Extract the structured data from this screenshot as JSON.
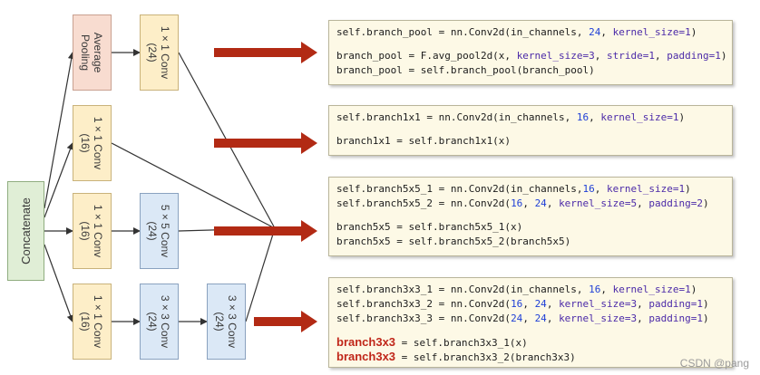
{
  "nodes": {
    "avg_pool": "Average\nPooling",
    "pool_conv": "1 × 1 Conv\n(24)",
    "b1_conv": "1 × 1 Conv\n(16)",
    "b5_conv1": "1 × 1 Conv\n(16)",
    "b5_conv2": "5 × 5 Conv\n(24)",
    "b3_conv1": "1 × 1 Conv\n(16)",
    "b3_conv2": "3 × 3 Conv\n(24)",
    "b3_conv3": "3 × 3 Conv\n(24)",
    "concat": "Concatenate"
  },
  "colors": {
    "arrow": "#b22a14",
    "pink": "#f8dcd0",
    "yellow": "#fdeec8",
    "blue": "#dbe8f6",
    "green": "#e0eed6",
    "code_bg": "#fdf9e6"
  },
  "code_blocks": {
    "pool": [
      [
        {
          "t": "self.branch_pool = nn.Conv2d(in_channels, "
        },
        {
          "t": "24",
          "c": "num"
        },
        {
          "t": ", "
        },
        {
          "t": "kernel_size=1",
          "c": "kw"
        },
        {
          "t": ")"
        }
      ],
      [],
      [
        {
          "t": "branch_pool = F.avg_pool2d(x, "
        },
        {
          "t": "kernel_size=3",
          "c": "kw"
        },
        {
          "t": ", "
        },
        {
          "t": "stride=1",
          "c": "kw"
        },
        {
          "t": ", "
        },
        {
          "t": "padding=1",
          "c": "kw"
        },
        {
          "t": ")"
        }
      ],
      [
        {
          "t": "branch_pool = self.branch_pool(branch_pool)"
        }
      ]
    ],
    "b1": [
      [
        {
          "t": "self.branch1x1 = nn.Conv2d(in_channels, "
        },
        {
          "t": "16",
          "c": "num"
        },
        {
          "t": ", "
        },
        {
          "t": "kernel_size=1",
          "c": "kw"
        },
        {
          "t": ")"
        }
      ],
      [],
      [
        {
          "t": "branch1x1 = self.branch1x1(x)"
        }
      ]
    ],
    "b5": [
      [
        {
          "t": "self.branch5x5_1 = nn.Conv2d(in_channels,"
        },
        {
          "t": "16",
          "c": "num"
        },
        {
          "t": ", "
        },
        {
          "t": "kernel_size=1",
          "c": "kw"
        },
        {
          "t": ")"
        }
      ],
      [
        {
          "t": "self.branch5x5_2 = nn.Conv2d("
        },
        {
          "t": "16",
          "c": "num"
        },
        {
          "t": ", "
        },
        {
          "t": "24",
          "c": "num"
        },
        {
          "t": ", "
        },
        {
          "t": "kernel_size=5",
          "c": "kw"
        },
        {
          "t": ", "
        },
        {
          "t": "padding=2",
          "c": "kw"
        },
        {
          "t": ")"
        }
      ],
      [],
      [
        {
          "t": "branch5x5 = self.branch5x5_1(x)"
        }
      ],
      [
        {
          "t": "branch5x5 = self.branch5x5_2(branch5x5)"
        }
      ]
    ],
    "b3": [
      [
        {
          "t": "self.branch3x3_1 = nn.Conv2d(in_channels, "
        },
        {
          "t": "16",
          "c": "num"
        },
        {
          "t": ", "
        },
        {
          "t": "kernel_size=1",
          "c": "kw"
        },
        {
          "t": ")"
        }
      ],
      [
        {
          "t": "self.branch3x3_2 = nn.Conv2d("
        },
        {
          "t": "16",
          "c": "num"
        },
        {
          "t": ", "
        },
        {
          "t": "24",
          "c": "num"
        },
        {
          "t": ", "
        },
        {
          "t": "kernel_size=3",
          "c": "kw"
        },
        {
          "t": ", "
        },
        {
          "t": "padding=1",
          "c": "kw"
        },
        {
          "t": ")"
        }
      ],
      [
        {
          "t": "self.branch3x3_3 = nn.Conv2d("
        },
        {
          "t": "24",
          "c": "num"
        },
        {
          "t": ", "
        },
        {
          "t": "24",
          "c": "num"
        },
        {
          "t": ", "
        },
        {
          "t": "kernel_size=3",
          "c": "kw"
        },
        {
          "t": ", "
        },
        {
          "t": "padding=1",
          "c": "kw"
        },
        {
          "t": ")"
        }
      ],
      [],
      [
        {
          "t": "branch3x3",
          "c": "hl"
        },
        {
          "t": " = self.branch3x3_1(x)"
        }
      ],
      [
        {
          "t": "branch3x3",
          "c": "hl"
        },
        {
          "t": " = self.branch3x3_2(branch3x3)"
        }
      ]
    ]
  },
  "watermark": "CSDN @pang"
}
